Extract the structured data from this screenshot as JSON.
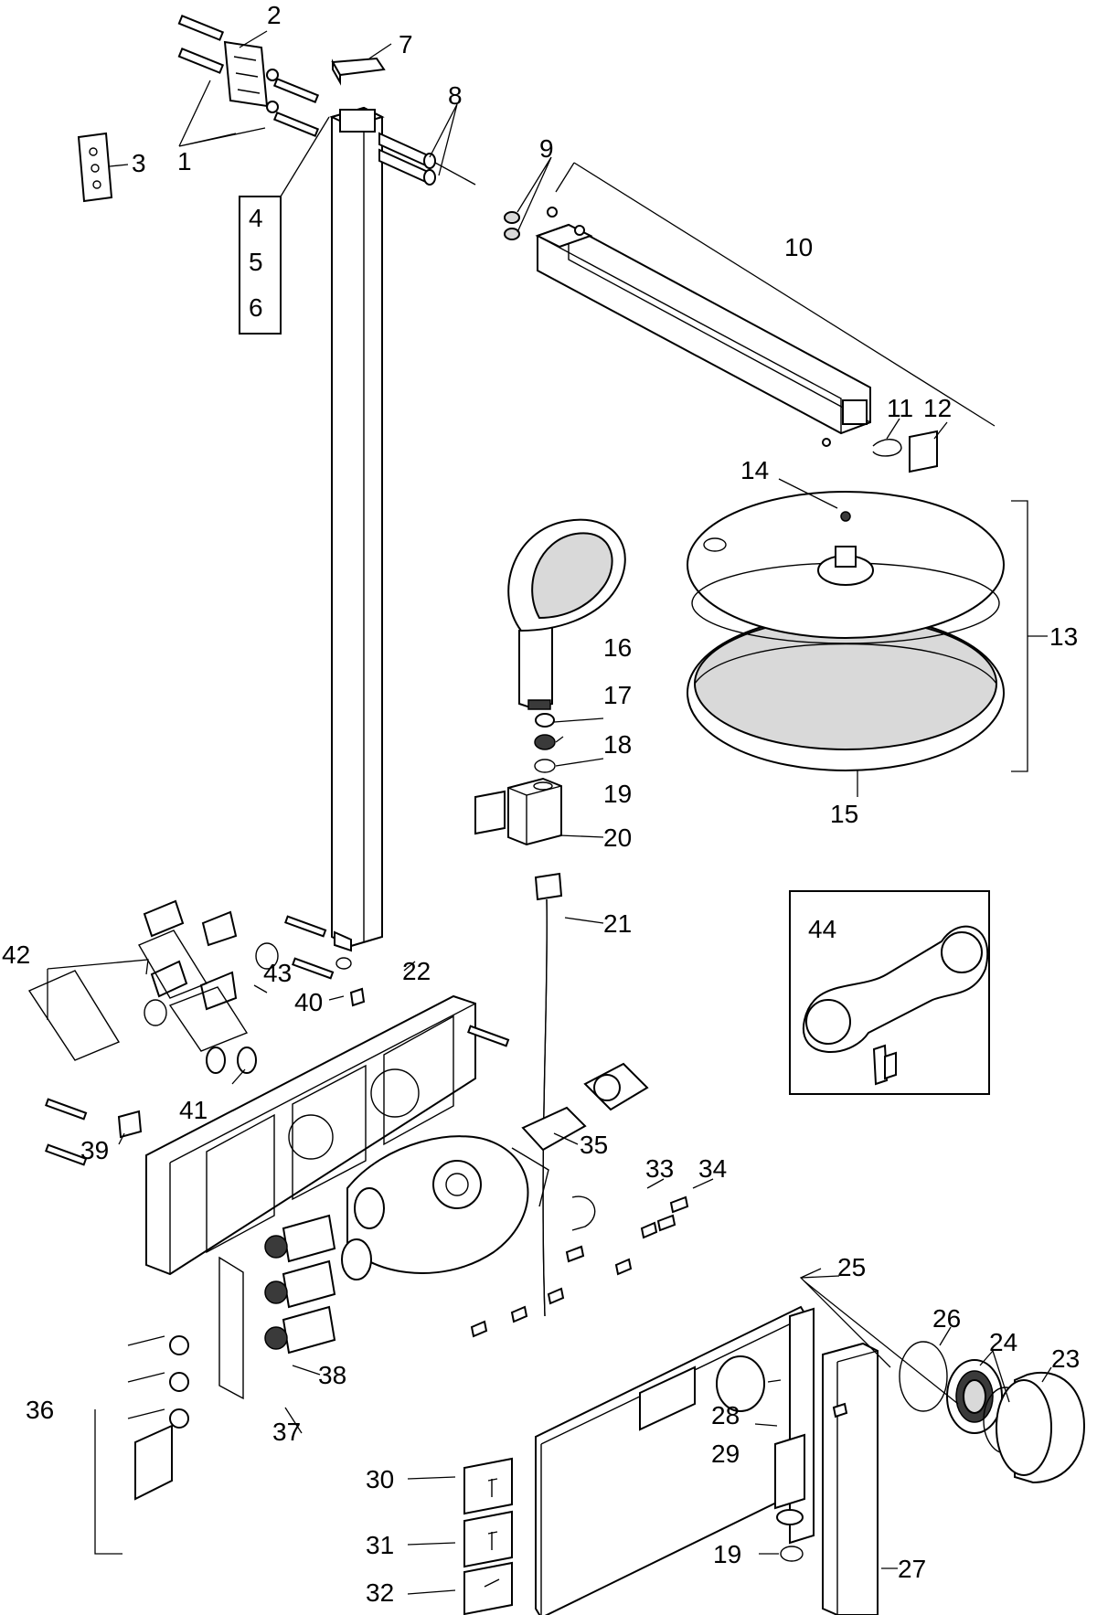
{
  "callouts": {
    "c1": "1",
    "c2": "2",
    "c3": "3",
    "c4": "4",
    "c5": "5",
    "c6": "6",
    "c7": "7",
    "c8": "8",
    "c9": "9",
    "c10": "10",
    "c11": "11",
    "c12": "12",
    "c13": "13",
    "c14": "14",
    "c15": "15",
    "c16": "16",
    "c17": "17",
    "c18": "18",
    "c19a": "19",
    "c19b": "19",
    "c20": "20",
    "c21": "21",
    "c22": "22",
    "c23": "23",
    "c24": "24",
    "c25": "25",
    "c26": "26",
    "c27": "27",
    "c28": "28",
    "c29": "29",
    "c30": "30",
    "c31": "31",
    "c32": "32",
    "c33": "33",
    "c34": "34",
    "c35": "35",
    "c36": "36",
    "c37": "37",
    "c38": "38",
    "c39": "39",
    "c40": "40",
    "c41": "41",
    "c42": "42",
    "c43": "43",
    "c44": "44"
  }
}
